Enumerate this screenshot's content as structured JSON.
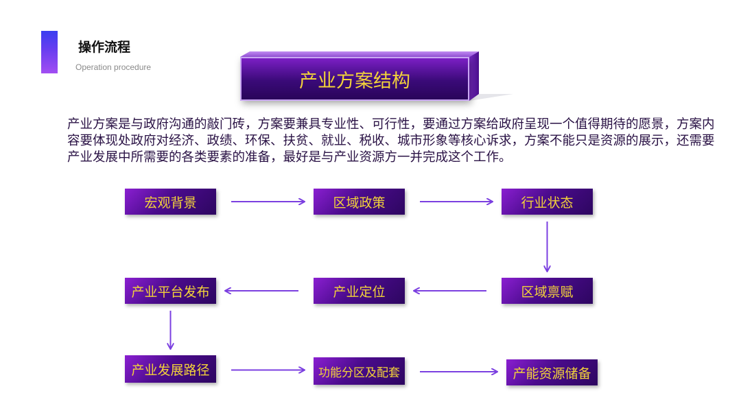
{
  "header": {
    "title": "操作流程",
    "subtitle": "Operation procedure"
  },
  "banner": {
    "title": "产业方案结构"
  },
  "intro": {
    "text": "产业方案是与政府沟通的敲门砖，方案要兼具专业性、可行性，要通过方案给政府呈现一个值得期待的愿景，方案内容要体现处政府对经济、政绩、环保、扶贫、就业、税收、城市形象等核心诉求，方案不能只是资源的展示，还需要产业发展中所需要的各类要素的准备，最好是与产业资源方一并完成这个工作。"
  },
  "flow": {
    "nodes": [
      {
        "id": "macro",
        "label": "宏观背景"
      },
      {
        "id": "policy",
        "label": "区域政策"
      },
      {
        "id": "industry",
        "label": "行业状态"
      },
      {
        "id": "endowment",
        "label": "区域禀赋"
      },
      {
        "id": "positioning",
        "label": "产业定位"
      },
      {
        "id": "platform",
        "label": "产业平台发布"
      },
      {
        "id": "path",
        "label": "产业发展路径"
      },
      {
        "id": "zoning",
        "label": "功能分区及配套"
      },
      {
        "id": "reserve",
        "label": "产能资源储备"
      }
    ],
    "edges": [
      {
        "from": "macro",
        "to": "policy"
      },
      {
        "from": "policy",
        "to": "industry"
      },
      {
        "from": "industry",
        "to": "endowment"
      },
      {
        "from": "endowment",
        "to": "positioning"
      },
      {
        "from": "positioning",
        "to": "platform"
      },
      {
        "from": "platform",
        "to": "path"
      },
      {
        "from": "path",
        "to": "zoning"
      },
      {
        "from": "zoning",
        "to": "reserve"
      }
    ]
  },
  "colors": {
    "accent": "#6a3ef0",
    "node_fill": "#4a0b8c",
    "node_text": "#f3d33a",
    "arrow": "#7b3fe0"
  }
}
